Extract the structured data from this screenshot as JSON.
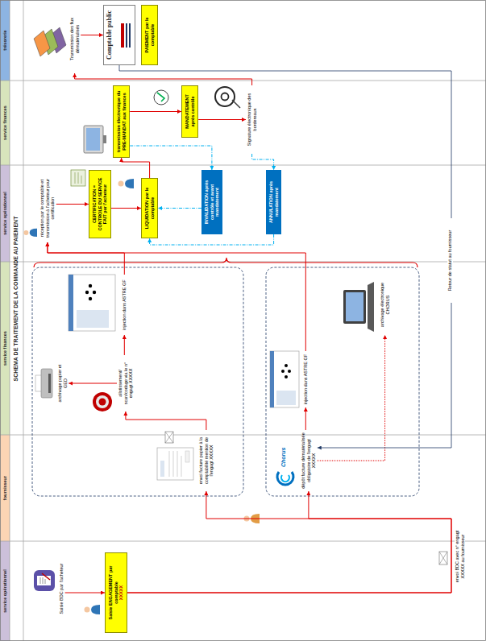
{
  "diagram": {
    "title": "SCHEMA DE TRAITEMENT DE LA COMMANDE AU PAIEMENT",
    "nodes": [
      {
        "text": [
          "Saisie BDC par l'acheteur"
        ]
      },
      {
        "text": [
          "Saisie ENGAGEMENT par comptable",
          "XXXXX"
        ]
      },
      {
        "text": [
          "envoi facture papier à la comptabilité mention de l'engagt XXXXX"
        ]
      },
      {
        "text": [
          "allotissement/ scan/codage via le n° engagt XXXXX"
        ]
      },
      {
        "text": [
          "archivage papier et GED"
        ]
      },
      {
        "text": [
          "injection dans ASTRE GF"
        ]
      },
      {
        "text": [
          "dépôt facture dématérialisée obligatoire de l'engagt XXXXX"
        ]
      },
      {
        "text": [
          "injection dans ASTRE GF"
        ]
      },
      {
        "text": [
          "archivage électronique CHORUS"
        ]
      },
      {
        "text": [
          "réception par le comptable et transmission à l'acheteur pour certification"
        ]
      },
      {
        "text": [
          "CERTIFICATION = CONTROLE DU SERVICE FAIT par l'acheteur"
        ]
      },
      {
        "text": [
          "LIQUIDATION par le comptable"
        ]
      },
      {
        "text": [
          "INVALIDATION après contrôle et avant mandatement"
        ]
      },
      {
        "text": [
          "ANNULATION après mandatement"
        ]
      },
      {
        "text": [
          "transmission électronique du PRE-MANDAT aux finances"
        ]
      },
      {
        "text": [
          "MANDATEMENT après contrôle"
        ]
      },
      {
        "text": [
          "Signature électronique des bordereaux"
        ]
      },
      {
        "text": [
          "Transmission des flux dématérialisés"
        ]
      },
      {
        "text": [
          "Comptable public"
        ]
      },
      {
        "text": [
          "PAIEMENT par le comptable"
        ]
      }
    ],
    "edges": [
      {
        "from": 0,
        "to": 1,
        "arrow": "to"
      },
      {
        "from": 1,
        "to": 2,
        "label": "envoi BDC avec n° engagt XXXXX au fournisseur",
        "arrow": "to"
      },
      {
        "from": 1,
        "to": 6,
        "arrow": "to"
      },
      {
        "from": 2,
        "to": 3,
        "arrow": "to"
      },
      {
        "from": 3,
        "to": 4,
        "arrow": "to"
      },
      {
        "from": 3,
        "to": 5,
        "arrow": "to"
      },
      {
        "from": 6,
        "to": 7,
        "arrow": "to"
      },
      {
        "from": 6,
        "to": 8,
        "arrow": "to"
      },
      {
        "from": 5,
        "to": 9,
        "arrow": "to"
      },
      {
        "from": 7,
        "to": 9,
        "arrow": "to"
      },
      {
        "from": 9,
        "to": 10,
        "arrow": "to"
      },
      {
        "from": 10,
        "to": 11,
        "arrow": "to"
      },
      {
        "from": 11,
        "to": 14,
        "arrow": "to"
      },
      {
        "from": 14,
        "to": 15,
        "arrow": "to"
      },
      {
        "from": 15,
        "to": 16,
        "arrow": "to"
      },
      {
        "from": 16,
        "to": 17,
        "arrow": "to"
      },
      {
        "from": 17,
        "to": 18,
        "arrow": "to"
      },
      {
        "from": 18,
        "to": 6,
        "label": "Retour de statut au fournisseur",
        "arrow": "to"
      },
      {
        "from": 14,
        "to": 12,
        "arrow": "to"
      },
      {
        "from": 12,
        "to": 11,
        "arrow": "to"
      },
      {
        "from": 16,
        "to": 13,
        "arrow": "to"
      },
      {
        "from": 13,
        "to": 11,
        "arrow": "to"
      }
    ],
    "labels": [
      "service opérationnel",
      "fournisseur",
      "service finances",
      "service opérationnel",
      "service finances",
      "trésorerie",
      "Chorus"
    ]
  }
}
